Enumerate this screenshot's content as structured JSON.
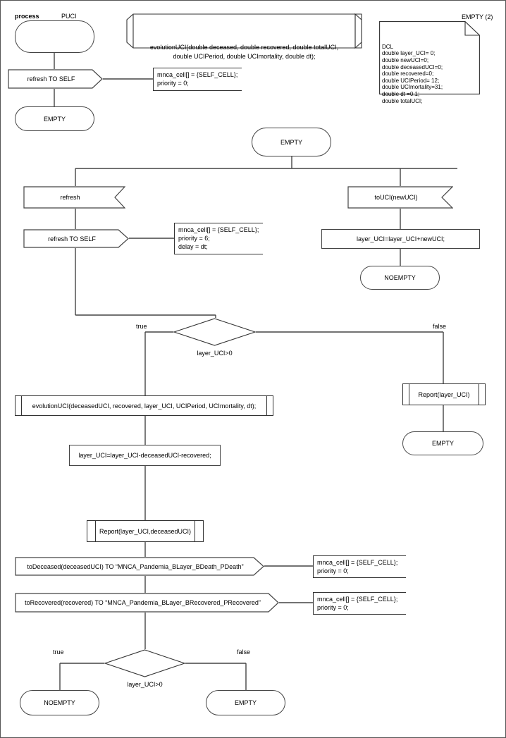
{
  "page": {
    "title_keyword": "process",
    "process_name": "PUCI",
    "state_ref": "EMPTY (2)"
  },
  "procedure_decl": {
    "line1": "evolutionUCI(double deceased, double recovered, double totalUCI,",
    "line2": "double UCIPeriod, double UCImortality, double dt);"
  },
  "dcl_note": {
    "text": "DCL\ndouble layer_UCI= 0;\ndouble newUCI=0;\ndouble deceasedUCI=0;\ndouble recovered=0;\ndouble UCIPeriod= 12;\ndouble UCImortality=31;\ndouble dt =0.1;\ndouble totalUCI;"
  },
  "symbols": {
    "start_state": "",
    "out_refresh_self_top": "refresh TO SELF",
    "state_empty_top": "EMPTY",
    "comment_top": "mnca_cell[] = {SELF_CELL};\npriority = 0;",
    "state_empty_main": "EMPTY",
    "input_refresh": "refresh",
    "out_refresh_self_main": "refresh TO SELF",
    "comment_refresh": "mnca_cell[] = {SELF_CELL};\npriority = 6;\ndelay = dt;",
    "input_touci": "toUCI(newUCI)",
    "task_layer_add": "layer_UCI=layer_UCI+newUCI;",
    "state_noempty_right": "NOEMPTY",
    "decision_1": "layer_UCI>0",
    "decision_1_true": "true",
    "decision_1_false": "false",
    "call_evolution": "evolutionUCI(deceasedUCI, recovered, layer_UCI, UCIPeriod, UCImortality, dt);",
    "task_layer_sub": "layer_UCI=layer_UCI-deceasedUCI-recovered;",
    "call_report_2": "Report(layer_UCI,deceasedUCI)",
    "call_report_1": "Report(layer_UCI)",
    "state_empty_false": "EMPTY",
    "out_todeceased": "toDeceased(deceasedUCI) TO “MNCA_Pandemia_BLayer_BDeath_PDeath”",
    "comment_todeceased": "mnca_cell[] = {SELF_CELL};\npriority = 0;",
    "out_torecovered": "toRecovered(recovered) TO “MNCA_Pandemia_BLayer_BRecovered_PRecovered”",
    "comment_torecovered": "mnca_cell[] = {SELF_CELL};\npriority = 0;",
    "decision_2": "layer_UCI>0",
    "decision_2_true": "true",
    "decision_2_false": "false",
    "state_noempty_bottom": "NOEMPTY",
    "state_empty_bottom": "EMPTY"
  },
  "colors": {
    "line": "#444444",
    "thin_line": "#333333",
    "text": "#000000",
    "background": "#ffffff",
    "frame": "#555555"
  }
}
